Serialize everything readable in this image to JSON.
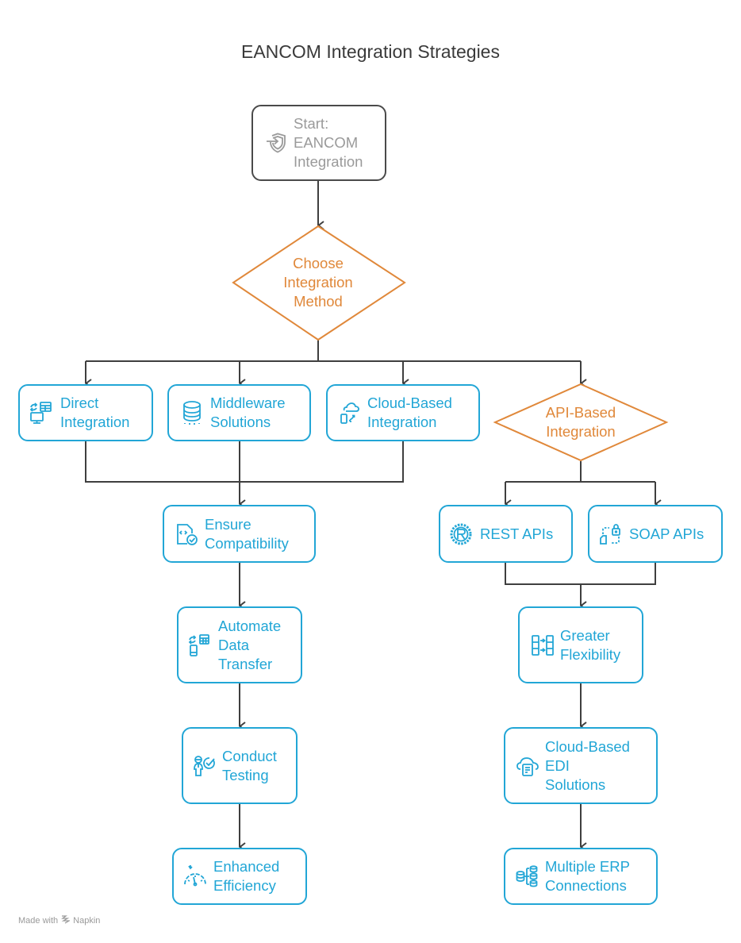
{
  "title": "EANCOM Integration Strategies",
  "colors": {
    "process": "#22a6d6",
    "decision": "#e0883a",
    "start_border": "#4a4a4a",
    "start_text": "#9a9a9a",
    "connector": "#3f3f3f"
  },
  "nodes": {
    "start": {
      "label": "Start:\nEANCOM\nIntegration",
      "icon": "shield-enter-icon"
    },
    "choose_method": {
      "label": "Choose\nIntegration\nMethod",
      "shape": "decision"
    },
    "direct": {
      "label": "Direct\nIntegration",
      "icon": "monitor-sync-table-icon"
    },
    "middleware": {
      "label": "Middleware\nSolutions",
      "icon": "database-icon"
    },
    "cloud_integration": {
      "label": "Cloud-Based\nIntegration",
      "icon": "cloud-device-sync-icon"
    },
    "api_based": {
      "label": "API-Based\nIntegration",
      "shape": "decision"
    },
    "ensure_compat": {
      "label": "Ensure\nCompatibility",
      "icon": "code-file-check-icon"
    },
    "automate": {
      "label": "Automate\nData\nTransfer",
      "icon": "phone-sync-table-icon"
    },
    "testing": {
      "label": "Conduct\nTesting",
      "icon": "person-check-icon"
    },
    "efficiency": {
      "label": "Enhanced\nEfficiency",
      "icon": "speedometer-icon"
    },
    "rest": {
      "label": "REST APIs",
      "icon": "rust-gear-icon"
    },
    "soap": {
      "label": "SOAP APIs",
      "icon": "lock-transfer-icon"
    },
    "flexibility": {
      "label": "Greater\nFlexibility",
      "icon": "columns-transfer-icon"
    },
    "cloud_edi": {
      "label": "Cloud-Based\nEDI\nSolutions",
      "icon": "cloud-document-icon"
    },
    "erp": {
      "label": "Multiple ERP\nConnections",
      "icon": "database-network-icon"
    }
  },
  "footer": {
    "prefix": "Made with",
    "brand": "Napkin",
    "icon": "napkin-logo-icon"
  }
}
